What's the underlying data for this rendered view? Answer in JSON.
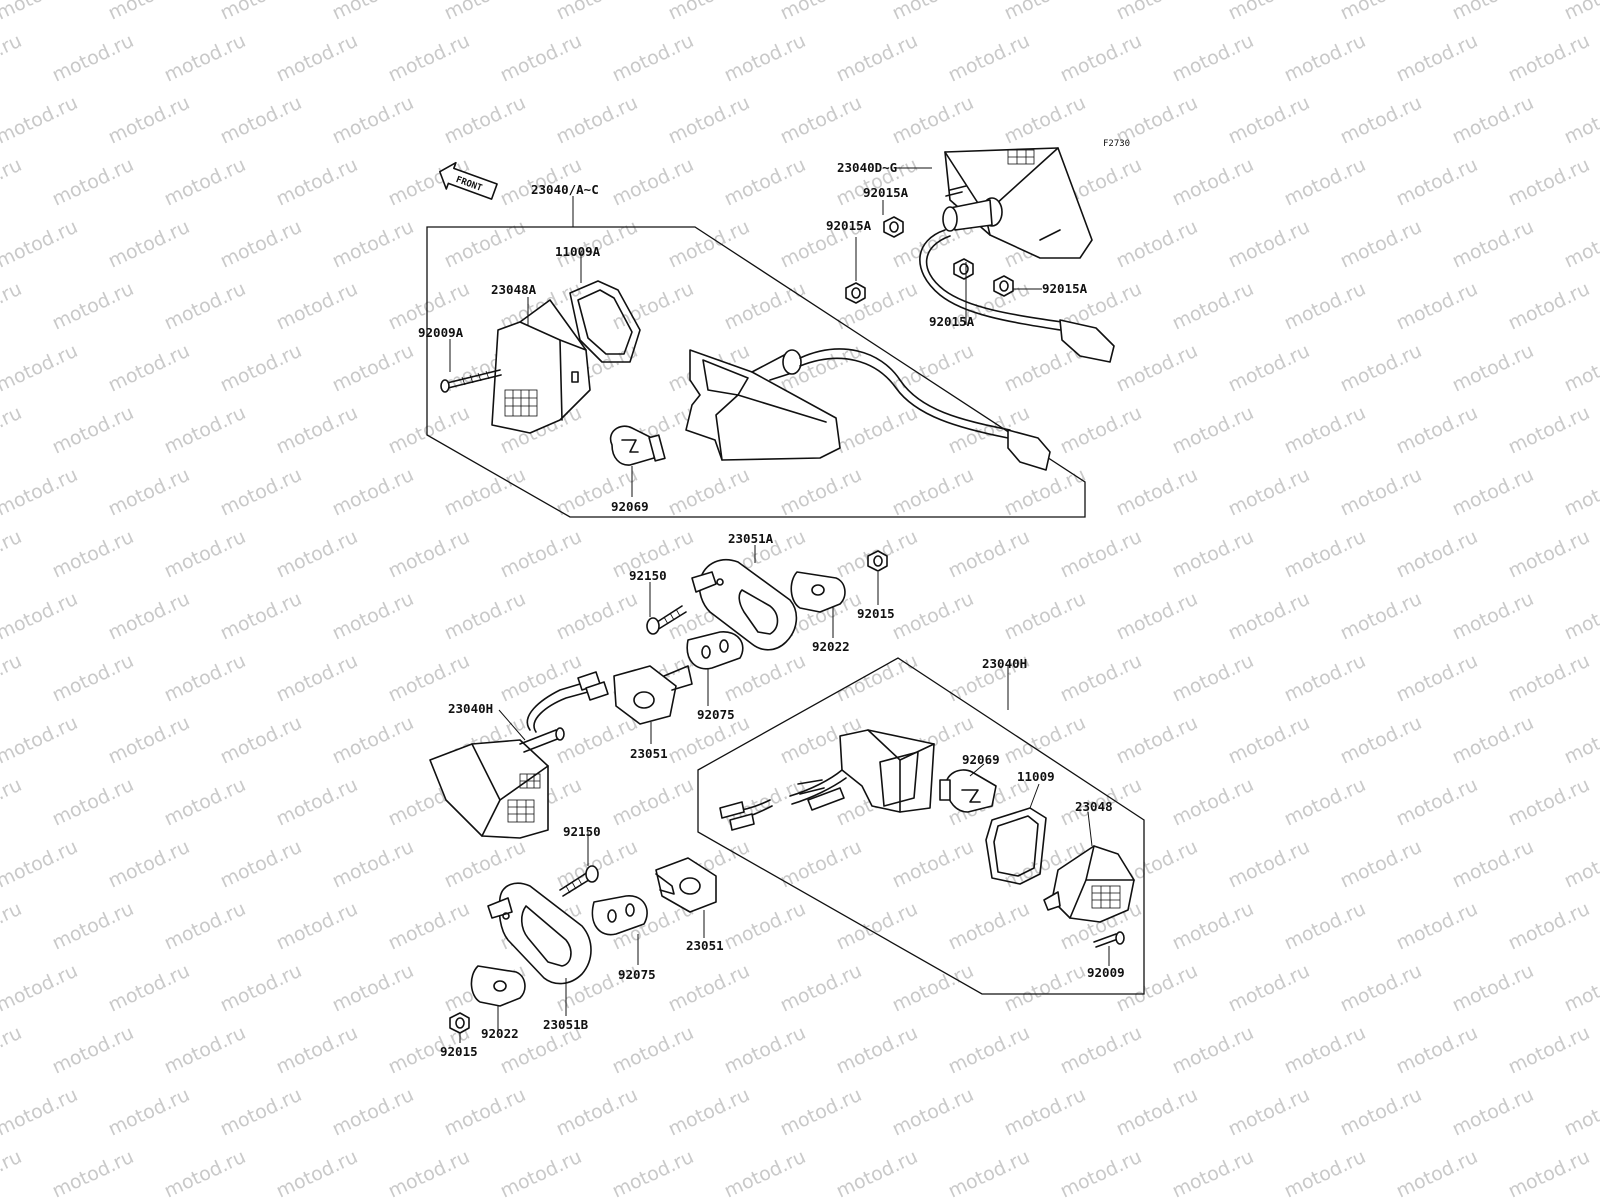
{
  "figure_code": "F2730",
  "direction_label": "FRONT",
  "watermark_text": "motod.ru",
  "labels": {
    "l_23040_ac": "23040/A~C",
    "l_23040_dg": "23040D~G",
    "l_92015a_1": "92015A",
    "l_92015a_2": "92015A",
    "l_92015a_3": "92015A",
    "l_92015a_4": "92015A",
    "l_11009a": "11009A",
    "l_23048a": "23048A",
    "l_92009a": "92009A",
    "l_92069_top": "92069",
    "l_23051a": "23051A",
    "l_92150_top": "92150",
    "l_92015_top": "92015",
    "l_92022_top": "92022",
    "l_92075_top": "92075",
    "l_23051_top": "23051",
    "l_23040h_left": "23040H",
    "l_23040h_right": "23040H",
    "l_92069_right": "92069",
    "l_11009": "11009",
    "l_23048": "23048",
    "l_92009": "92009",
    "l_92150_bot": "92150",
    "l_23051_bot": "23051",
    "l_92075_bot": "92075",
    "l_92022_bot": "92022",
    "l_23051b": "23051B",
    "l_92015_bot": "92015"
  }
}
